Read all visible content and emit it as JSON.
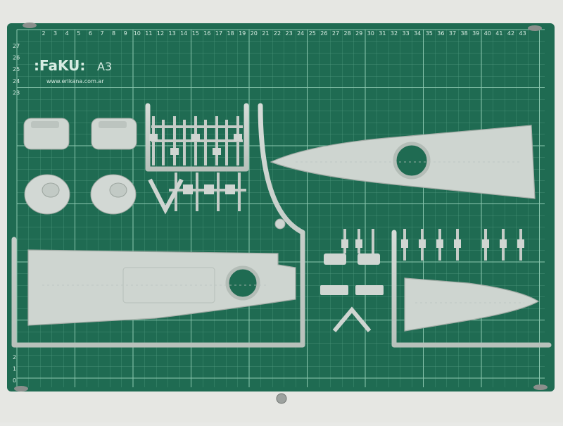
{
  "mat": {
    "brand": ":FaKU:",
    "size": "A3",
    "url": "www.erikana.com.ar",
    "colors": {
      "mat": "#1f6b52",
      "grid": "#4f9a7f",
      "grid_major": "#7fbfa6",
      "text": "#d7ece2",
      "plastic": "#c9d0cb",
      "plastic_shade": "#aeb7b1",
      "table": "#e8e9e6"
    }
  },
  "ruler": {
    "top": [
      "2",
      "3",
      "4",
      "5",
      "6",
      "7",
      "8",
      "9",
      "10",
      "11",
      "12",
      "13",
      "14",
      "15",
      "16",
      "17",
      "18",
      "19",
      "20",
      "21",
      "22",
      "23",
      "24",
      "25",
      "26",
      "27",
      "28",
      "29",
      "30",
      "31",
      "32",
      "33",
      "34",
      "35",
      "36",
      "37",
      "38",
      "39",
      "40",
      "41",
      "42",
      "43"
    ],
    "left": [
      "27",
      "26",
      "25",
      "24",
      "23"
    ],
    "left_bottom": [
      "2",
      "1",
      "0"
    ]
  },
  "parts": {
    "labels": [
      "turret-shell-a",
      "turret-shell-b",
      "turret-base-a",
      "turret-base-b",
      "forward-deck",
      "aft-deck",
      "bow-deck",
      "small-parts-tree"
    ]
  }
}
